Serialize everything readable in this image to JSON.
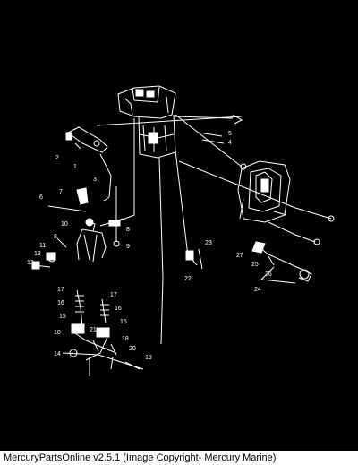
{
  "diagram": {
    "part_labels": [
      "1",
      "2",
      "3",
      "4",
      "5",
      "6",
      "7",
      "8",
      "8",
      "9",
      "10",
      "11",
      "12",
      "13",
      "14",
      "15",
      "15",
      "16",
      "16",
      "17",
      "17",
      "18",
      "18",
      "19",
      "20",
      "21",
      "22",
      "23",
      "24",
      "25",
      "26",
      "27"
    ],
    "colors": {
      "background": "#000000",
      "line": "#ffffff",
      "footer_background": "#ffffff",
      "footer_text": "#000000"
    }
  },
  "footer": {
    "text": "MercuryPartsOnline v2.5.1 (Image Copyright- Mercury Marine)"
  }
}
